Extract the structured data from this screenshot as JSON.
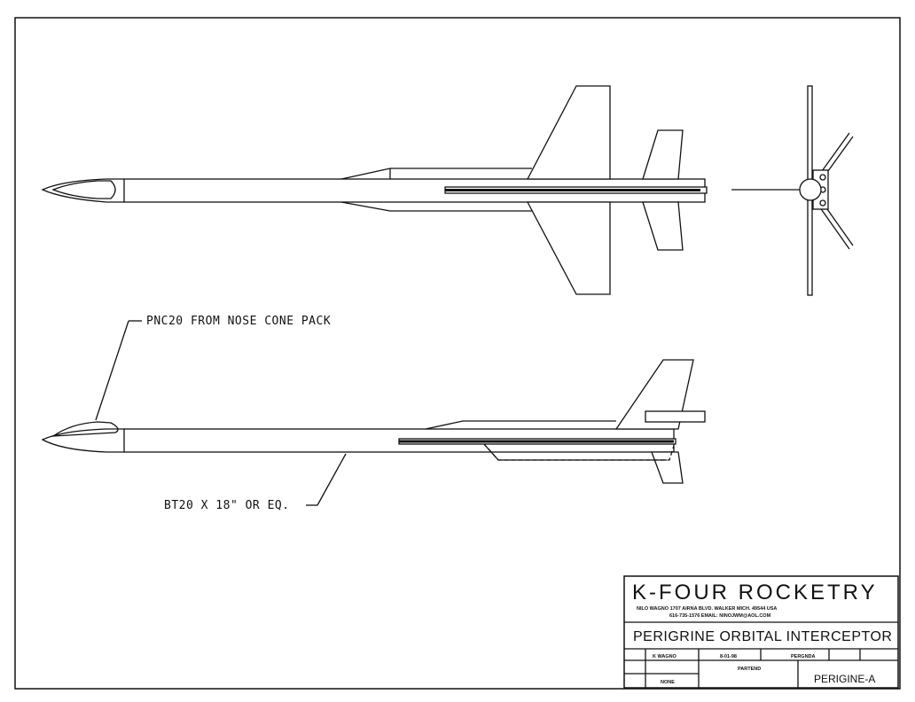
{
  "drawing": {
    "callouts": {
      "nose_cone": "PNC20 FROM NOSE CONE PACK",
      "body_tube": "BT20 X 18\" OR EQ."
    }
  },
  "title_block": {
    "company": "K-FOUR ROCKETRY",
    "address_line1": "NILO WAGNO   1707 AIRNA BLVD.   WALKER MICH. 49544   USA",
    "address_line2": "616-735-1576        EMAIL: NINOJWM@AOL.COM",
    "title": "PERIGRINE ORBITAL INTERCEPTOR",
    "drawn_by": "K WAGNO",
    "date": "8-01-98",
    "field_a": "PERGNDA",
    "field_b": "NONE",
    "field_c": "PARTEND",
    "dwg_no": "PERIGINE-A"
  }
}
